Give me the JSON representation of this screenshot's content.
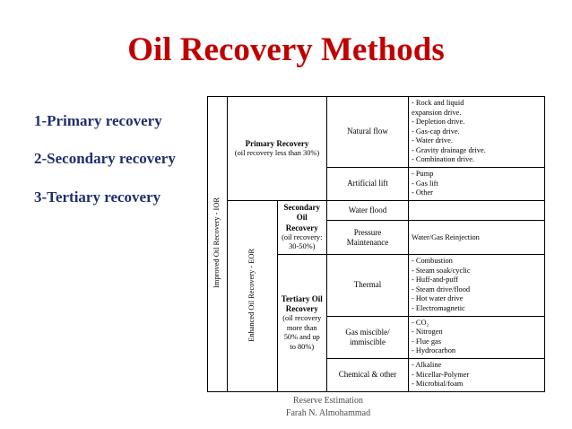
{
  "title": "Oil Recovery Methods",
  "bullets": [
    "1-Primary recovery",
    "2-Secondary recovery",
    "3-Tertiary recovery"
  ],
  "colors": {
    "title": "#C00000",
    "bullets": "#1F2F6E",
    "table_border": "#000000",
    "footer": "#4D4D4D"
  },
  "chart_data": {
    "type": "table",
    "title": "Oil Recovery Methods",
    "vertical_labels": {
      "ior": "Improved Oil Recovery - IOR",
      "eor": "Enhanced Oil Recovery - EOR"
    },
    "rows": [
      {
        "category": "Primary Recovery",
        "category_sub": "(oil recovery less than 30%)",
        "method": "Natural flow",
        "detail": "- Rock and liquid\n  expansion drive.\n- Depletion drive.\n- Gas-cap drive.\n- Water drive.\n- Gravity drainage drive.\n- Combination drive."
      },
      {
        "category": "",
        "category_sub": "",
        "method": "Artificial lift",
        "detail": "- Pump\n- Gas lift\n- Other"
      },
      {
        "category": "Secondary Oil Recovery",
        "category_sub": "(oil recovery: 30-50%)",
        "method": "Water flood",
        "detail": ""
      },
      {
        "category": "",
        "category_sub": "",
        "method": "Pressure\nMaintenance",
        "detail": "Water/Gas Reinjection"
      },
      {
        "category": "Tertiary Oil Recovery",
        "category_sub": "(oil recovery more than 50% and up to 80%)",
        "method": "Thermal",
        "detail": "- Combustion\n- Steam soak/cyclic\n- Huff-and-puff\n- Steam drive/flood\n- Hot water drive\n- Electromagnetic"
      },
      {
        "category": "",
        "category_sub": "",
        "method": "Gas miscible/\nimmiscible",
        "detail": "- CO₂\n- Nitrogen\n- Flue gas\n- Hydrocarbon"
      },
      {
        "category": "",
        "category_sub": "",
        "method": "Chemical & other",
        "detail": "- Alkaline\n- Micellar-Polymer\n- Microbial/foam"
      }
    ]
  },
  "footer": {
    "line1": "Reserve Estimation",
    "line2": "Farah N. Almohammad"
  }
}
